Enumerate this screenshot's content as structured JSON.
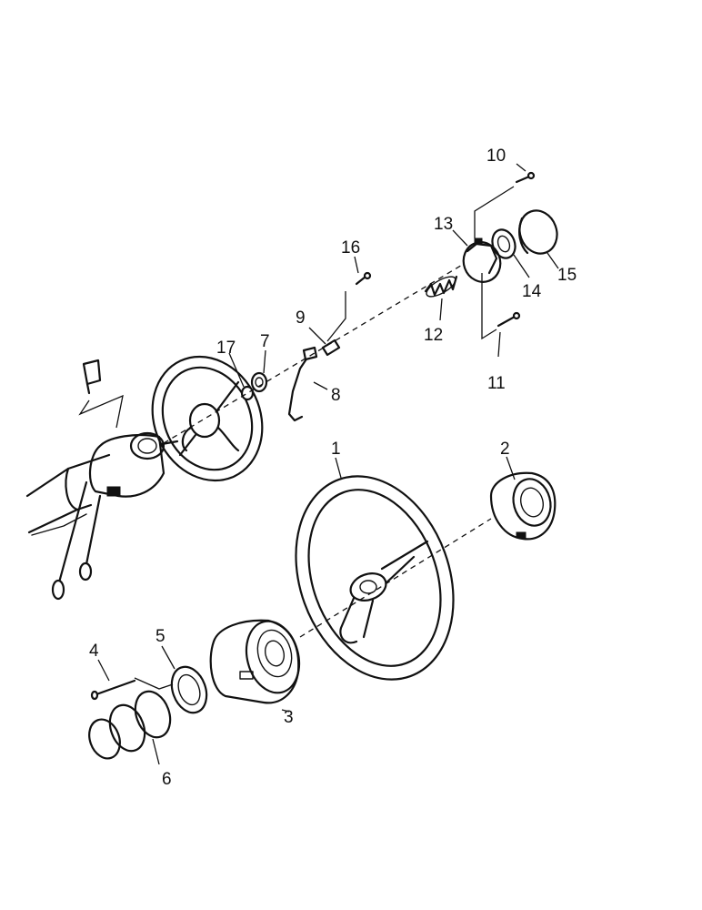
{
  "callouts": {
    "c1": "1",
    "c2": "2",
    "c3": "3",
    "c4": "4",
    "c5": "5",
    "c6": "6",
    "c7": "7",
    "c8": "8",
    "c9": "9",
    "c10": "10",
    "c11": "11",
    "c12": "12",
    "c13": "13",
    "c14": "14",
    "c15": "15",
    "c16": "16",
    "c17": "17"
  },
  "colors": {
    "ink": "#111111",
    "paper": "#ffffff"
  }
}
